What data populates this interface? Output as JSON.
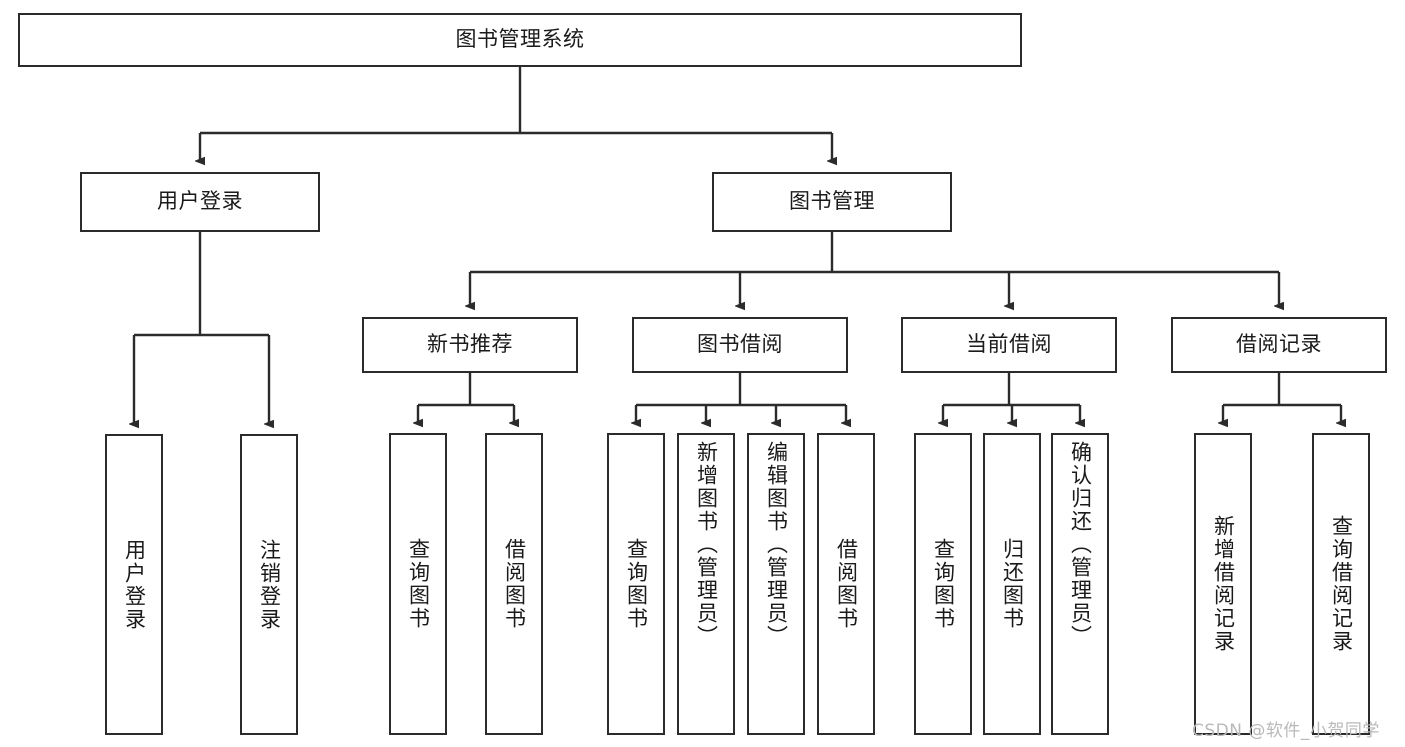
{
  "diagram": {
    "type": "tree-hierarchy",
    "title": "图书管理系统",
    "root": {
      "id": "root",
      "label": "图书管理系统"
    },
    "level1": [
      {
        "id": "user-login",
        "label": "用户登录"
      },
      {
        "id": "book-manage",
        "label": "图书管理"
      }
    ],
    "level2": [
      {
        "id": "new-book-rec",
        "label": "新书推荐",
        "parent": "book-manage"
      },
      {
        "id": "book-borrow",
        "label": "图书借阅",
        "parent": "book-manage"
      },
      {
        "id": "current-borrow",
        "label": "当前借阅",
        "parent": "book-manage"
      },
      {
        "id": "borrow-record",
        "label": "借阅记录",
        "parent": "book-manage"
      }
    ],
    "leaves": [
      {
        "id": "leaf-user-login",
        "label": "用户登录",
        "parent": "user-login"
      },
      {
        "id": "leaf-logout",
        "label": "注销登录",
        "parent": "user-login"
      },
      {
        "id": "leaf-query-book-1",
        "label": "查询图书",
        "parent": "new-book-rec"
      },
      {
        "id": "leaf-borrow-book-1",
        "label": "借阅图书",
        "parent": "new-book-rec"
      },
      {
        "id": "leaf-query-book-2",
        "label": "查询图书",
        "parent": "book-borrow"
      },
      {
        "id": "leaf-add-book",
        "label": "新增图书（管理员）",
        "parent": "book-borrow"
      },
      {
        "id": "leaf-edit-book",
        "label": "编辑图书（管理员）",
        "parent": "book-borrow"
      },
      {
        "id": "leaf-borrow-book-2",
        "label": "借阅图书",
        "parent": "book-borrow"
      },
      {
        "id": "leaf-query-book-3",
        "label": "查询图书",
        "parent": "current-borrow"
      },
      {
        "id": "leaf-return-book",
        "label": "归还图书",
        "parent": "current-borrow"
      },
      {
        "id": "leaf-confirm-return",
        "label": "确认归还（管理员）",
        "parent": "current-borrow"
      },
      {
        "id": "leaf-add-record",
        "label": "新增借阅记录",
        "parent": "borrow-record"
      },
      {
        "id": "leaf-query-record",
        "label": "查询借阅记录",
        "parent": "borrow-record"
      }
    ],
    "watermark": "CSDN @软件_小贺同学",
    "colors": {
      "border": "#2b2b2b",
      "background": "#ffffff",
      "text": "#1a1a1a",
      "watermark": "#b9b9b9"
    }
  }
}
